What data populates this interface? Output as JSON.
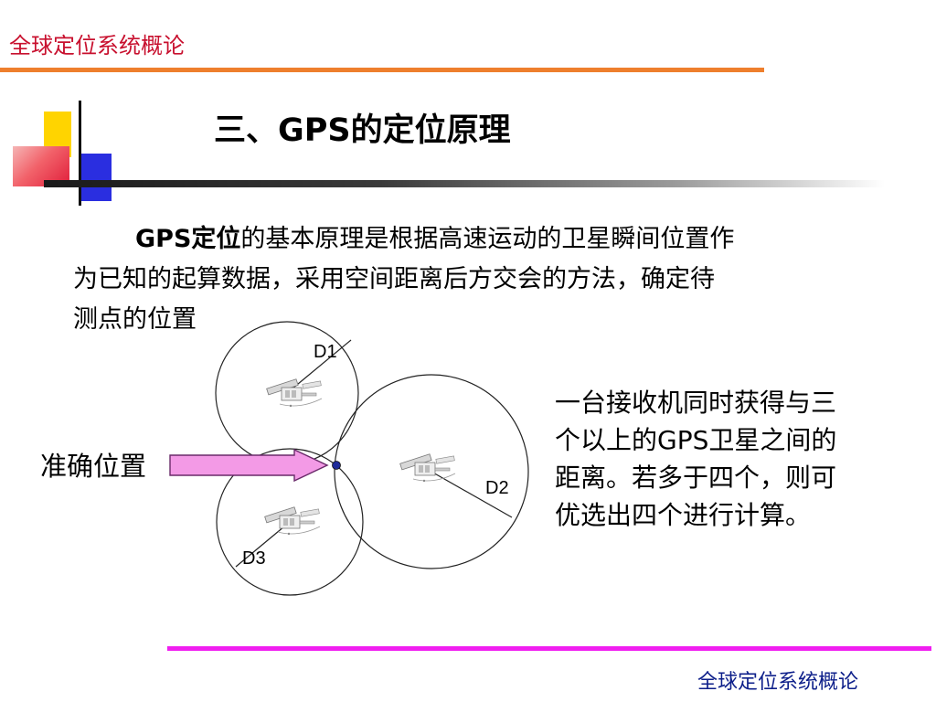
{
  "header": {
    "title": "全球定位系统概论"
  },
  "page": {
    "title": "三、GPS的定位原理"
  },
  "intro": {
    "lead": "GPS定位",
    "line1_rest": "的基本原理是根据高速运动的卫星瞬间位置作",
    "line2": "为已知的起算数据，采用空间距离后方交会的方法，确定待",
    "line3": "测点的位置"
  },
  "diagram": {
    "labels": {
      "d1": "D1",
      "d2": "D2",
      "d3": "D3"
    },
    "position_label": "准确位置",
    "colors": {
      "arrow_fill": "#f39ae6",
      "arrow_stroke": "#6a2a6a",
      "point": "#1f2b99"
    },
    "icons": [
      "satellite-icon",
      "satellite-icon",
      "satellite-icon"
    ]
  },
  "side_note": {
    "lines": [
      "一台接收机同时获得与三",
      "个以上的GPS卫星之间的",
      "距离。若多于四个，则可",
      "优选出四个进行计算。"
    ]
  },
  "footer": {
    "title": "全球定位系统概论"
  },
  "colors": {
    "header_text": "#c8102e",
    "header_rule": "#ee7f2d",
    "footer_rule": "#f01ef0",
    "footer_text": "#0d1f8a"
  }
}
